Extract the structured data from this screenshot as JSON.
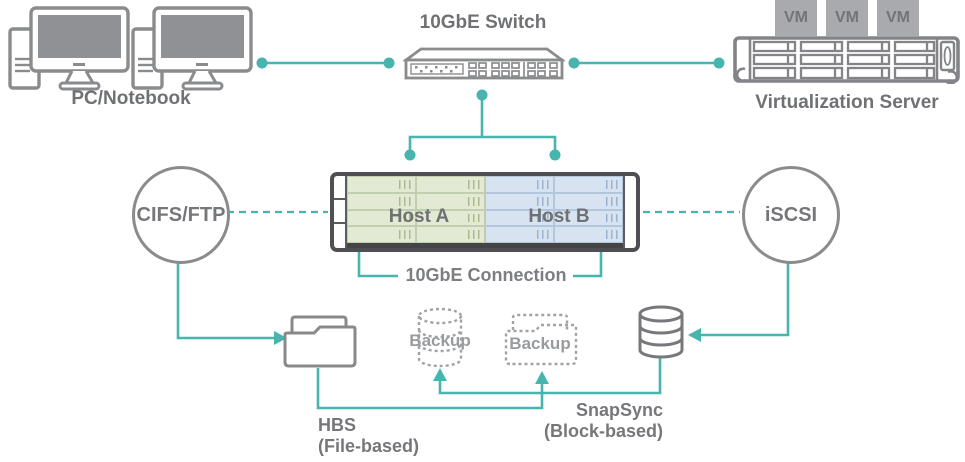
{
  "colors": {
    "accent_teal": "#47b5ad",
    "device_gray": "#898b8d",
    "nas_frame": "#4e4f52",
    "host_a_fill": "#e2ead4",
    "host_b_fill": "#d7e3f1",
    "vm_fill": "#a8aaad",
    "text_gray": "#6f7174",
    "text_light": "#999c9f"
  },
  "nodes": {
    "pc": {
      "label": "PC/Notebook"
    },
    "switch": {
      "label": "10GbE Switch"
    },
    "server": {
      "label": "Virtualization Server",
      "vms": [
        "VM",
        "VM",
        "VM"
      ]
    },
    "cifs": {
      "label": "CIFS/FTP"
    },
    "iscsi": {
      "label": "iSCSI"
    },
    "nas": {
      "host_a": "Host A",
      "host_b": "Host B",
      "connection_label": "10GbE Connection"
    },
    "backup_db": {
      "label": "Backup"
    },
    "backup_folder": {
      "label": "Backup"
    },
    "hbs": {
      "title": "HBS",
      "subtitle": "(File-based)"
    },
    "snapsync": {
      "title": "SnapSync",
      "subtitle": "(Block-based)"
    }
  }
}
